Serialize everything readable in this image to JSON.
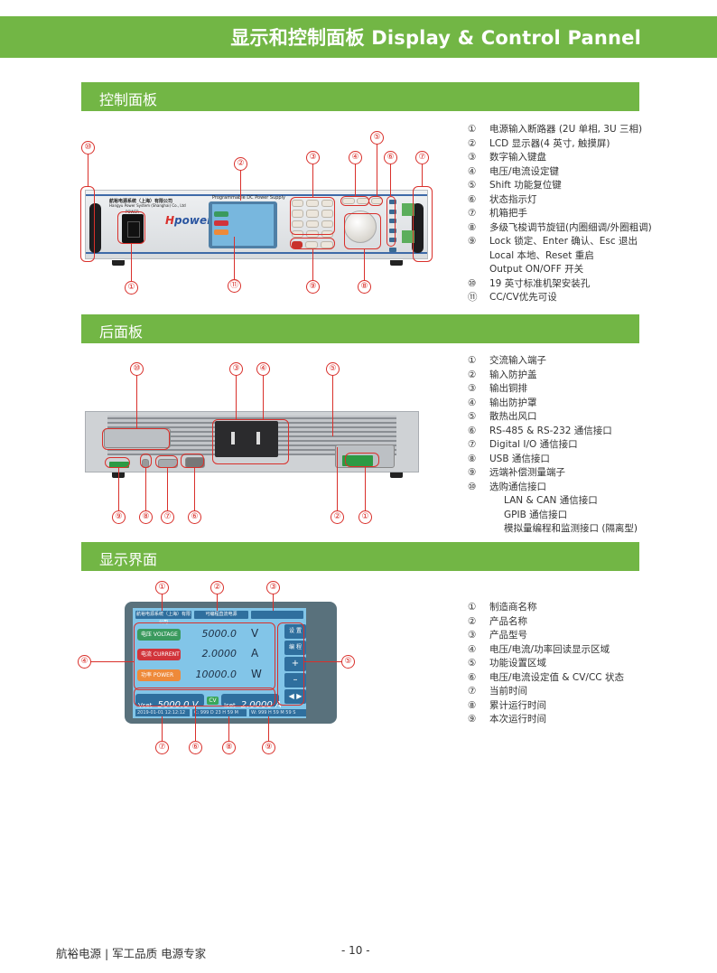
{
  "header": {
    "title": "显示和控制面板  Display & Control Pannel"
  },
  "colors": {
    "brand_green": "#72b645",
    "callout_red": "#d9302b",
    "lcd_blue": "#82c5e8"
  },
  "sections": {
    "front": {
      "title": "控制面板",
      "legend": [
        {
          "num": "①",
          "text": "电源输入断路器 (2U 单相, 3U 三相)"
        },
        {
          "num": "②",
          "text": "LCD 显示器(4 英寸, 触摸屏)"
        },
        {
          "num": "③",
          "text": "数字输入键盘"
        },
        {
          "num": "④",
          "text": "电压/电流设定键"
        },
        {
          "num": "⑤",
          "text": "Shift 功能复位键"
        },
        {
          "num": "⑥",
          "text": "状态指示灯"
        },
        {
          "num": "⑦",
          "text": "机箱把手"
        },
        {
          "num": "⑧",
          "text": "多级飞梭调节旋钮(内圈细调/外圈粗调)"
        },
        {
          "num": "⑨",
          "text": "Lock 锁定、Enter 确认、Esc 退出"
        },
        {
          "num": "",
          "text": "Local 本地、Reset 重启"
        },
        {
          "num": "",
          "text": "Output ON/OFF 开关"
        },
        {
          "num": "⑩",
          "text": "19 英寸标准机架安装孔"
        },
        {
          "num": "⑪",
          "text": "CC/CV优先可设"
        }
      ],
      "callouts": [
        "①",
        "②",
        "③",
        "④",
        "⑤",
        "⑥",
        "⑦",
        "⑧",
        "⑨",
        "⑩",
        "⑪"
      ],
      "device": {
        "company": "航裕电源系统（上海）有限公司",
        "company_en": "Hangyu Power System (Shanghai) Co., Ltd",
        "model_caption": "Programmable DC Power Supply",
        "power_label": "POWER",
        "brand": "power",
        "brand_prefix": "H"
      }
    },
    "rear": {
      "title": "后面板",
      "legend": [
        {
          "num": "①",
          "text": "交流输入端子"
        },
        {
          "num": "②",
          "text": "输入防护盖"
        },
        {
          "num": "③",
          "text": "输出铜排"
        },
        {
          "num": "④",
          "text": "输出防护罩"
        },
        {
          "num": "⑤",
          "text": "散热出风口"
        },
        {
          "num": "⑥",
          "text": "RS-485 & RS-232 通信接口"
        },
        {
          "num": "⑦",
          "text": "Digital I/O 通信接口"
        },
        {
          "num": "⑧",
          "text": "USB 通信接口"
        },
        {
          "num": "⑨",
          "text": "远端补偿测量端子"
        },
        {
          "num": "⑩",
          "text": "选购通信接口"
        },
        {
          "num": "",
          "text": "LAN &  CAN 通信接口"
        },
        {
          "num": "",
          "text": "GPIB 通信接口"
        },
        {
          "num": "",
          "text": "模拟量编程和监测接口 (隔离型)"
        }
      ],
      "callouts": [
        "①",
        "②",
        "③",
        "④",
        "⑤",
        "⑥",
        "⑦",
        "⑧",
        "⑨",
        "⑩"
      ]
    },
    "display": {
      "title": "显示界面",
      "legend": [
        {
          "num": "①",
          "text": "制造商名称"
        },
        {
          "num": "②",
          "text": "产品名称"
        },
        {
          "num": "③",
          "text": "产品型号"
        },
        {
          "num": "④",
          "text": "电压/电流/功率回读显示区域"
        },
        {
          "num": "⑤",
          "text": "功能设置区域"
        },
        {
          "num": "⑥",
          "text": "电压/电流设定值 & CV/CC 状态"
        },
        {
          "num": "⑦",
          "text": "当前时间"
        },
        {
          "num": "⑧",
          "text": "累计运行时间"
        },
        {
          "num": "⑨",
          "text": "本次运行时间"
        }
      ],
      "callouts": [
        "①",
        "②",
        "③",
        "④",
        "⑤",
        "⑥",
        "⑦",
        "⑧",
        "⑨"
      ],
      "screen": {
        "manufacturer": "航裕电源系统（上海）有限公司",
        "product_name": "可编程直流电源",
        "model": "",
        "readings": [
          {
            "label": "电压 VOLTAGE",
            "value": "5000.0",
            "unit": "V",
            "color": "#3a9a5e"
          },
          {
            "label": "电流 CURRENT",
            "value": "2.0000",
            "unit": "A",
            "color": "#d1343b"
          },
          {
            "label": "功率 POWER",
            "value": "10000.0",
            "unit": "W",
            "color": "#ee8a3a"
          }
        ],
        "buttons": [
          "设 置",
          "编 程",
          "+",
          "–",
          "◀  ▶"
        ],
        "vset_label": "Vset",
        "vset_value": "5000.0 V",
        "mode": "CV",
        "iset_label": "Iset",
        "iset_value": "2.0000 A",
        "current_time": "2019-01-01 12:12:12",
        "total_runtime": "C:    999 D 23 H 59 M",
        "session_runtime": "W:    999 H 59 M 59 S"
      }
    }
  },
  "footer": {
    "left": "航裕电源  |  军工品质 电源专家",
    "page": "- 10 -"
  }
}
